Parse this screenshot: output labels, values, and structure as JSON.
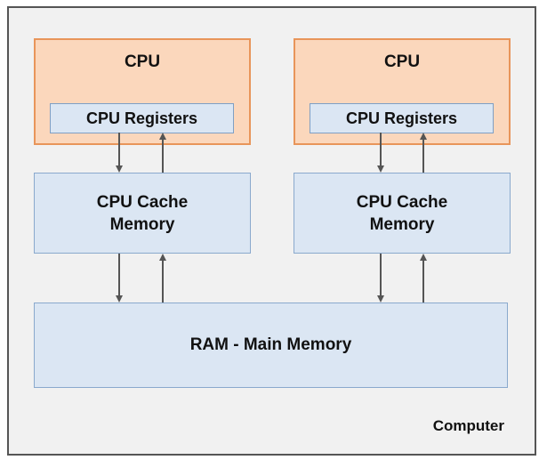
{
  "diagram": {
    "container_label": "Computer",
    "cpus": [
      {
        "title": "CPU",
        "registers_label": "CPU Registers",
        "cache_label": "CPU Cache\nMemory"
      },
      {
        "title": "CPU",
        "registers_label": "CPU Registers",
        "cache_label": "CPU Cache\nMemory"
      }
    ],
    "ram_label": "RAM - Main Memory"
  },
  "colors": {
    "cpu_fill": "#fbd7bc",
    "cpu_border": "#e8955a",
    "memory_fill": "#dbe6f3",
    "memory_border": "#8aa9cd",
    "container_fill": "#f1f1f1",
    "arrow": "#555555"
  }
}
